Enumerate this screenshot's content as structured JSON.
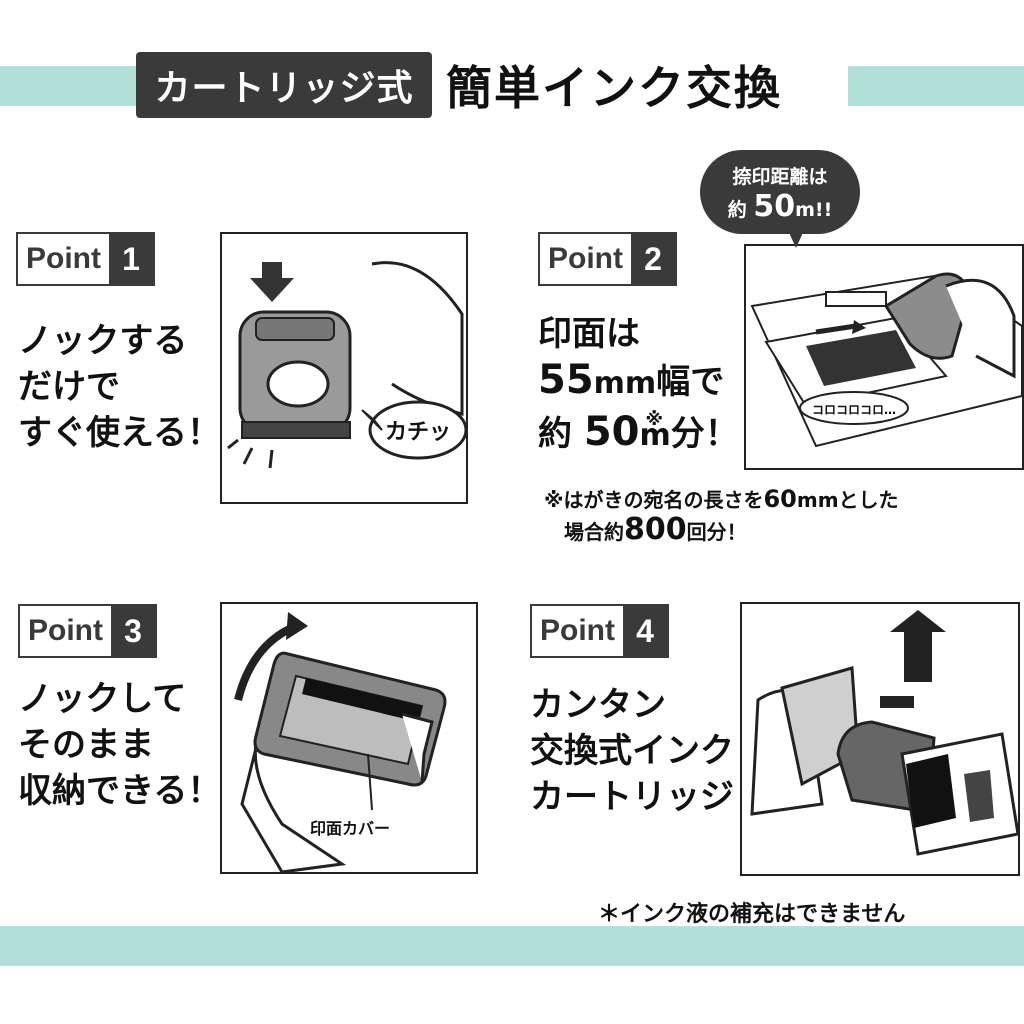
{
  "header": {
    "badge_label": "カートリッジ式",
    "title": "簡単インク交換"
  },
  "points": [
    {
      "prefix": "Point",
      "number": "1",
      "lines": [
        "ノックする",
        "だけで",
        "すぐ使える！"
      ],
      "bubble": "カチッ"
    },
    {
      "prefix": "Point",
      "number": "2",
      "line1": "印面は",
      "size_num": "55",
      "size_unit": "mm",
      "size_word": "幅で",
      "yaku": "約",
      "dist_num": "50",
      "dist_unit": "m",
      "dist_mark": "※",
      "dist_tail": "分！",
      "bubble_line1": "捺印距離は",
      "bubble_yaku": "約",
      "bubble_num": "50",
      "bubble_tail": "m!!",
      "roll_text": "コロコロコロ…"
    },
    {
      "prefix": "Point",
      "number": "3",
      "lines": [
        "ノックして",
        "そのまま",
        "収納できる！"
      ],
      "label": "印面カバー"
    },
    {
      "prefix": "Point",
      "number": "4",
      "lines": [
        "カンタン",
        "交換式インク",
        "カートリッジ"
      ]
    }
  ],
  "note": {
    "line1_pre": "※はがきの宛名の長さを",
    "line1_num": "60",
    "line1_post": "mmとした",
    "line2_pre": "場合約",
    "line2_num": "800",
    "line2_post": "回分！"
  },
  "footer_note": "＊インク液の補充はできません",
  "colors": {
    "band": "#b3e0d9",
    "dark": "#3a3a3a"
  }
}
